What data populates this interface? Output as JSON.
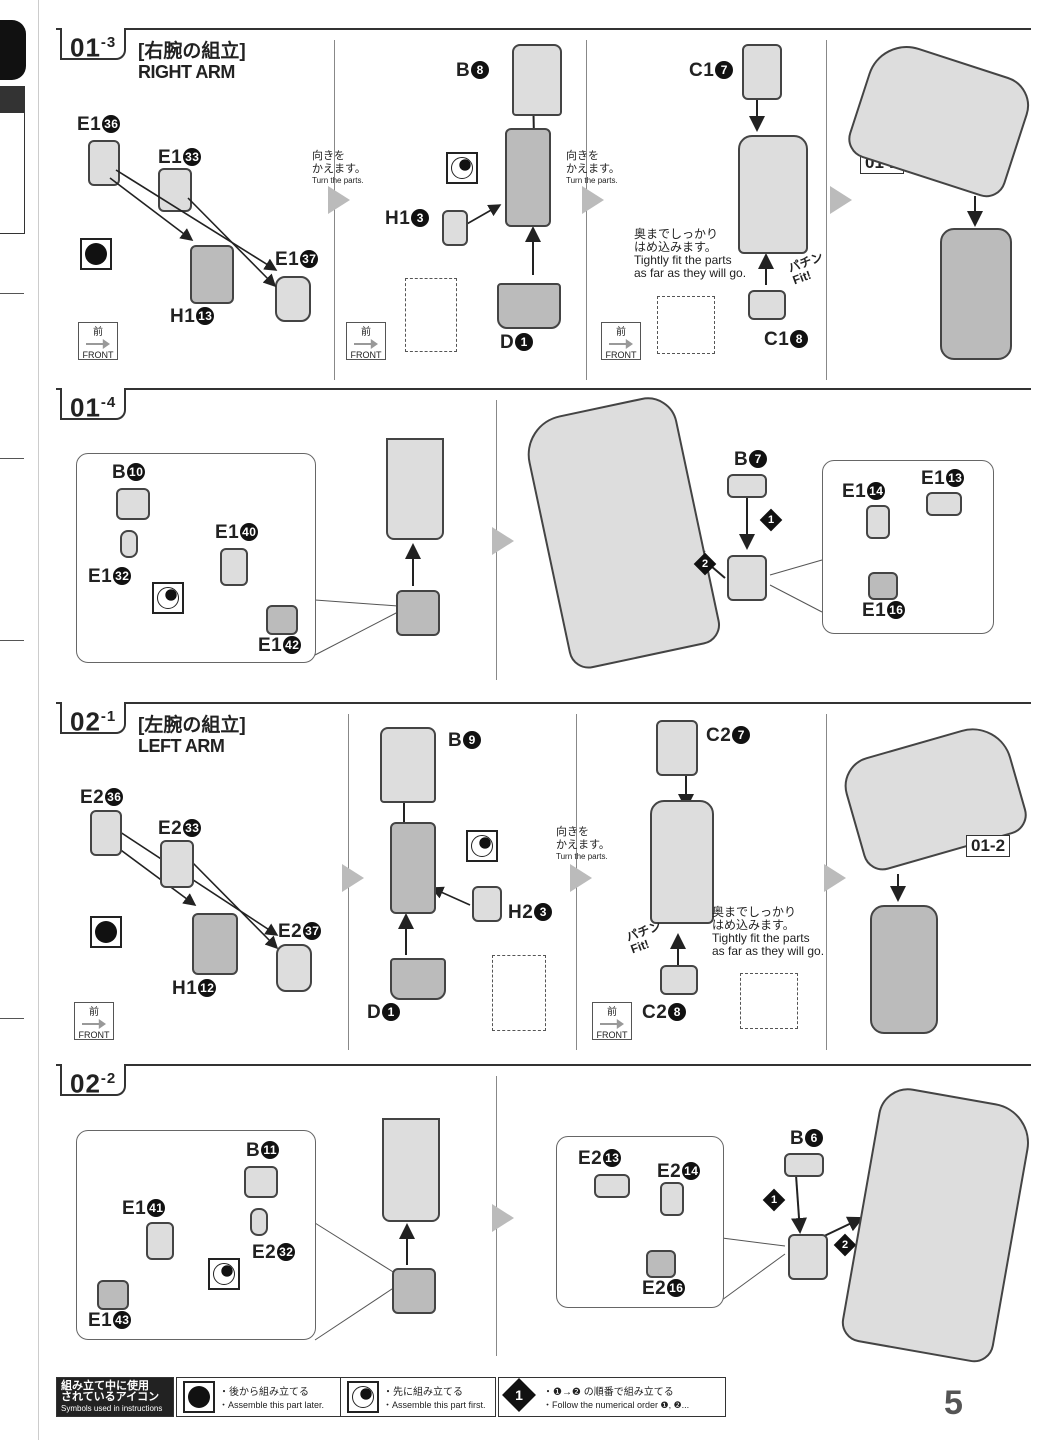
{
  "steps": {
    "s013": {
      "num": "01",
      "sub": "-3",
      "jp": "[右腕の組立]",
      "en": "RIGHT ARM"
    },
    "s014": {
      "num": "01",
      "sub": "-4"
    },
    "s021": {
      "num": "02",
      "sub": "-1",
      "jp": "[左腕の組立]",
      "en": "LEFT ARM"
    },
    "s022": {
      "num": "02",
      "sub": "-2"
    }
  },
  "labels": {
    "e1_36": "E1",
    "e1_33": "E1",
    "e1_37": "E1",
    "h1_13": "H1",
    "b8": "B",
    "h1_3": "H1",
    "d1a": "D",
    "c1_7": "C1",
    "c1_8": "C1",
    "b10": "B",
    "e1_40": "E1",
    "e1_32": "E1",
    "e1_42": "E1",
    "b7": "B",
    "e1_14": "E1",
    "e1_13": "E1",
    "e1_16": "E1",
    "e2_36": "E2",
    "e2_33": "E2",
    "e2_37": "E2",
    "h1_12": "H1",
    "b9": "B",
    "h2_3": "H2",
    "d1b": "D",
    "c2_7": "C2",
    "c2_8": "C2",
    "b11": "B",
    "e1_41": "E1",
    "e2_32": "E2",
    "e1_43": "E1",
    "e2_13": "E2",
    "e2_14": "E2",
    "e2_16": "E2",
    "b6": "B"
  },
  "circled": {
    "e1_36": "36",
    "e1_33": "33",
    "e1_37": "37",
    "h1_13": "13",
    "b8": "8",
    "h1_3": "3",
    "d1a": "1",
    "c1_7": "7",
    "c1_8": "8",
    "b10": "10",
    "e1_40": "40",
    "e1_32": "32",
    "e1_42": "42",
    "b7": "7",
    "e1_14": "14",
    "e1_13": "13",
    "e1_16": "16",
    "e2_36": "36",
    "e2_33": "33",
    "e2_37": "37",
    "h1_12": "12",
    "b9": "9",
    "h2_3": "3",
    "d1b": "1",
    "c2_7": "7",
    "c2_8": "8",
    "b11": "11",
    "e1_41": "41",
    "e2_32": "32",
    "e1_43": "43",
    "e2_13": "13",
    "e2_14": "14",
    "e2_16": "16",
    "b6": "6"
  },
  "notes": {
    "turn_jp1": "向きを",
    "turn_jp2": "かえます。",
    "turn_en": "Turn the parts.",
    "tight_jp1": "奥までしっかり",
    "tight_jp2": "はめ込みます。",
    "tight_en1": "Tightly fit the parts",
    "tight_en2": "as far as they will go.",
    "fit_sound": "パチン",
    "fit_en": "Fit!",
    "front_jp": "前",
    "front_en": "FRONT",
    "ref_012": "01-2"
  },
  "order": {
    "one": "1",
    "two": "2"
  },
  "footer": {
    "legend_jp1": "組み立て中に使用",
    "legend_jp2": "されているアイコン",
    "legend_en": "Symbols used in instructions",
    "later_jp": "・後から組み立てる",
    "later_en": "・Assemble this part later.",
    "first_jp": "・先に組み立てる",
    "first_en": "・Assemble this part first.",
    "order_jp": "・❶→❷ の順番で組み立てる",
    "order_en": "・Follow the numerical order ❶, ❷..."
  },
  "page_number": "5"
}
